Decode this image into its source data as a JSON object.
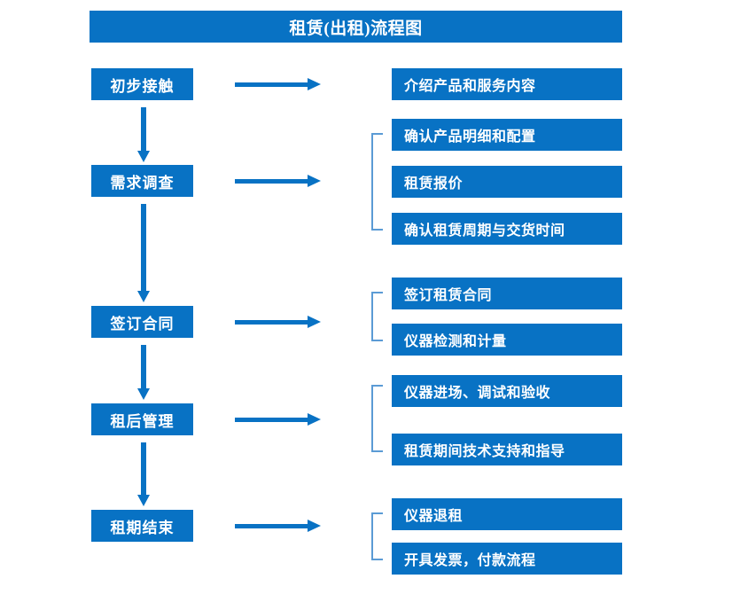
{
  "title": "租赁(出租)流程图",
  "colors": {
    "box_fill": "#0872c4",
    "box_text": "#ffffff",
    "arrow": "#0872c4",
    "bracket": "#5b9bd5",
    "background": "#ffffff"
  },
  "stages": [
    {
      "label": "初步接触"
    },
    {
      "label": "需求调查"
    },
    {
      "label": "签订合同"
    },
    {
      "label": "租后管理"
    },
    {
      "label": "租期结束"
    }
  ],
  "details": [
    {
      "label": "介绍产品和服务内容"
    },
    {
      "label": "确认产品明细和配置"
    },
    {
      "label": "租赁报价"
    },
    {
      "label": "确认租赁周期与交货时间"
    },
    {
      "label": "签订租赁合同"
    },
    {
      "label": "仪器检测和计量"
    },
    {
      "label": "仪器进场、调试和验收"
    },
    {
      "label": "租赁期间技术支持和指导"
    },
    {
      "label": "仪器退租"
    },
    {
      "label": "开具发票，付款流程"
    }
  ],
  "groups": [
    {
      "name": "demand-survey-group",
      "members": [
        "确认产品明细和配置",
        "租赁报价",
        "确认租赁周期与交货时间"
      ]
    },
    {
      "name": "contract-group",
      "members": [
        "签订租赁合同",
        "仪器检测和计量"
      ]
    },
    {
      "name": "post-rental-group",
      "members": [
        "仪器进场、调试和验收",
        "租赁期间技术支持和指导"
      ]
    },
    {
      "name": "lease-end-group",
      "members": [
        "仪器退租",
        "开具发票，付款流程"
      ]
    }
  ],
  "connectors": {
    "horizontal_arrow_icon": "arrow-right-icon",
    "vertical_arrow_icon": "arrow-down-icon",
    "bracket_icon": "group-bracket-icon"
  }
}
